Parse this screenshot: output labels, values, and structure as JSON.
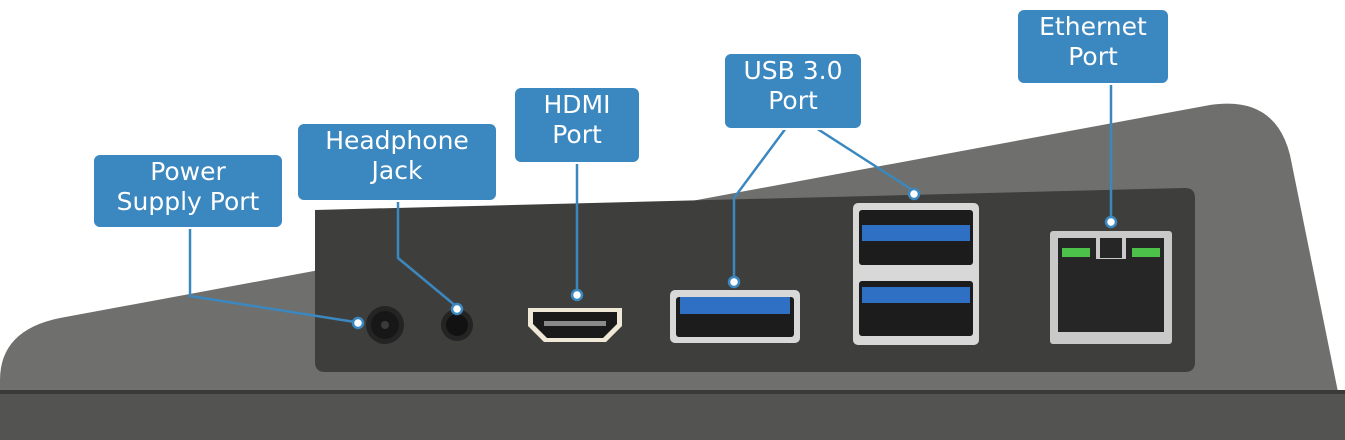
{
  "labels": {
    "power": [
      "Power",
      "Supply Port"
    ],
    "headphone": [
      "Headphone",
      "Jack"
    ],
    "hdmi": [
      "HDMI",
      "Port"
    ],
    "usb": [
      "USB 3.0",
      "Port"
    ],
    "ethernet": [
      "Ethernet",
      "Port"
    ]
  },
  "colors": {
    "callout_fill": "#3b87bf",
    "leader_line": "#3b87bf",
    "device_body": "#6f706d",
    "port_panel": "#3e3f3c",
    "usb_blue": "#2f6fc4",
    "ethernet_led": "#4cc24a"
  },
  "icons": {
    "power": "power-jack-icon",
    "headphone": "headphone-jack-icon",
    "hdmi": "hdmi-port-icon",
    "usb_single": "usb-port-icon",
    "usb_double": "dual-usb-port-icon",
    "ethernet": "ethernet-port-icon"
  }
}
